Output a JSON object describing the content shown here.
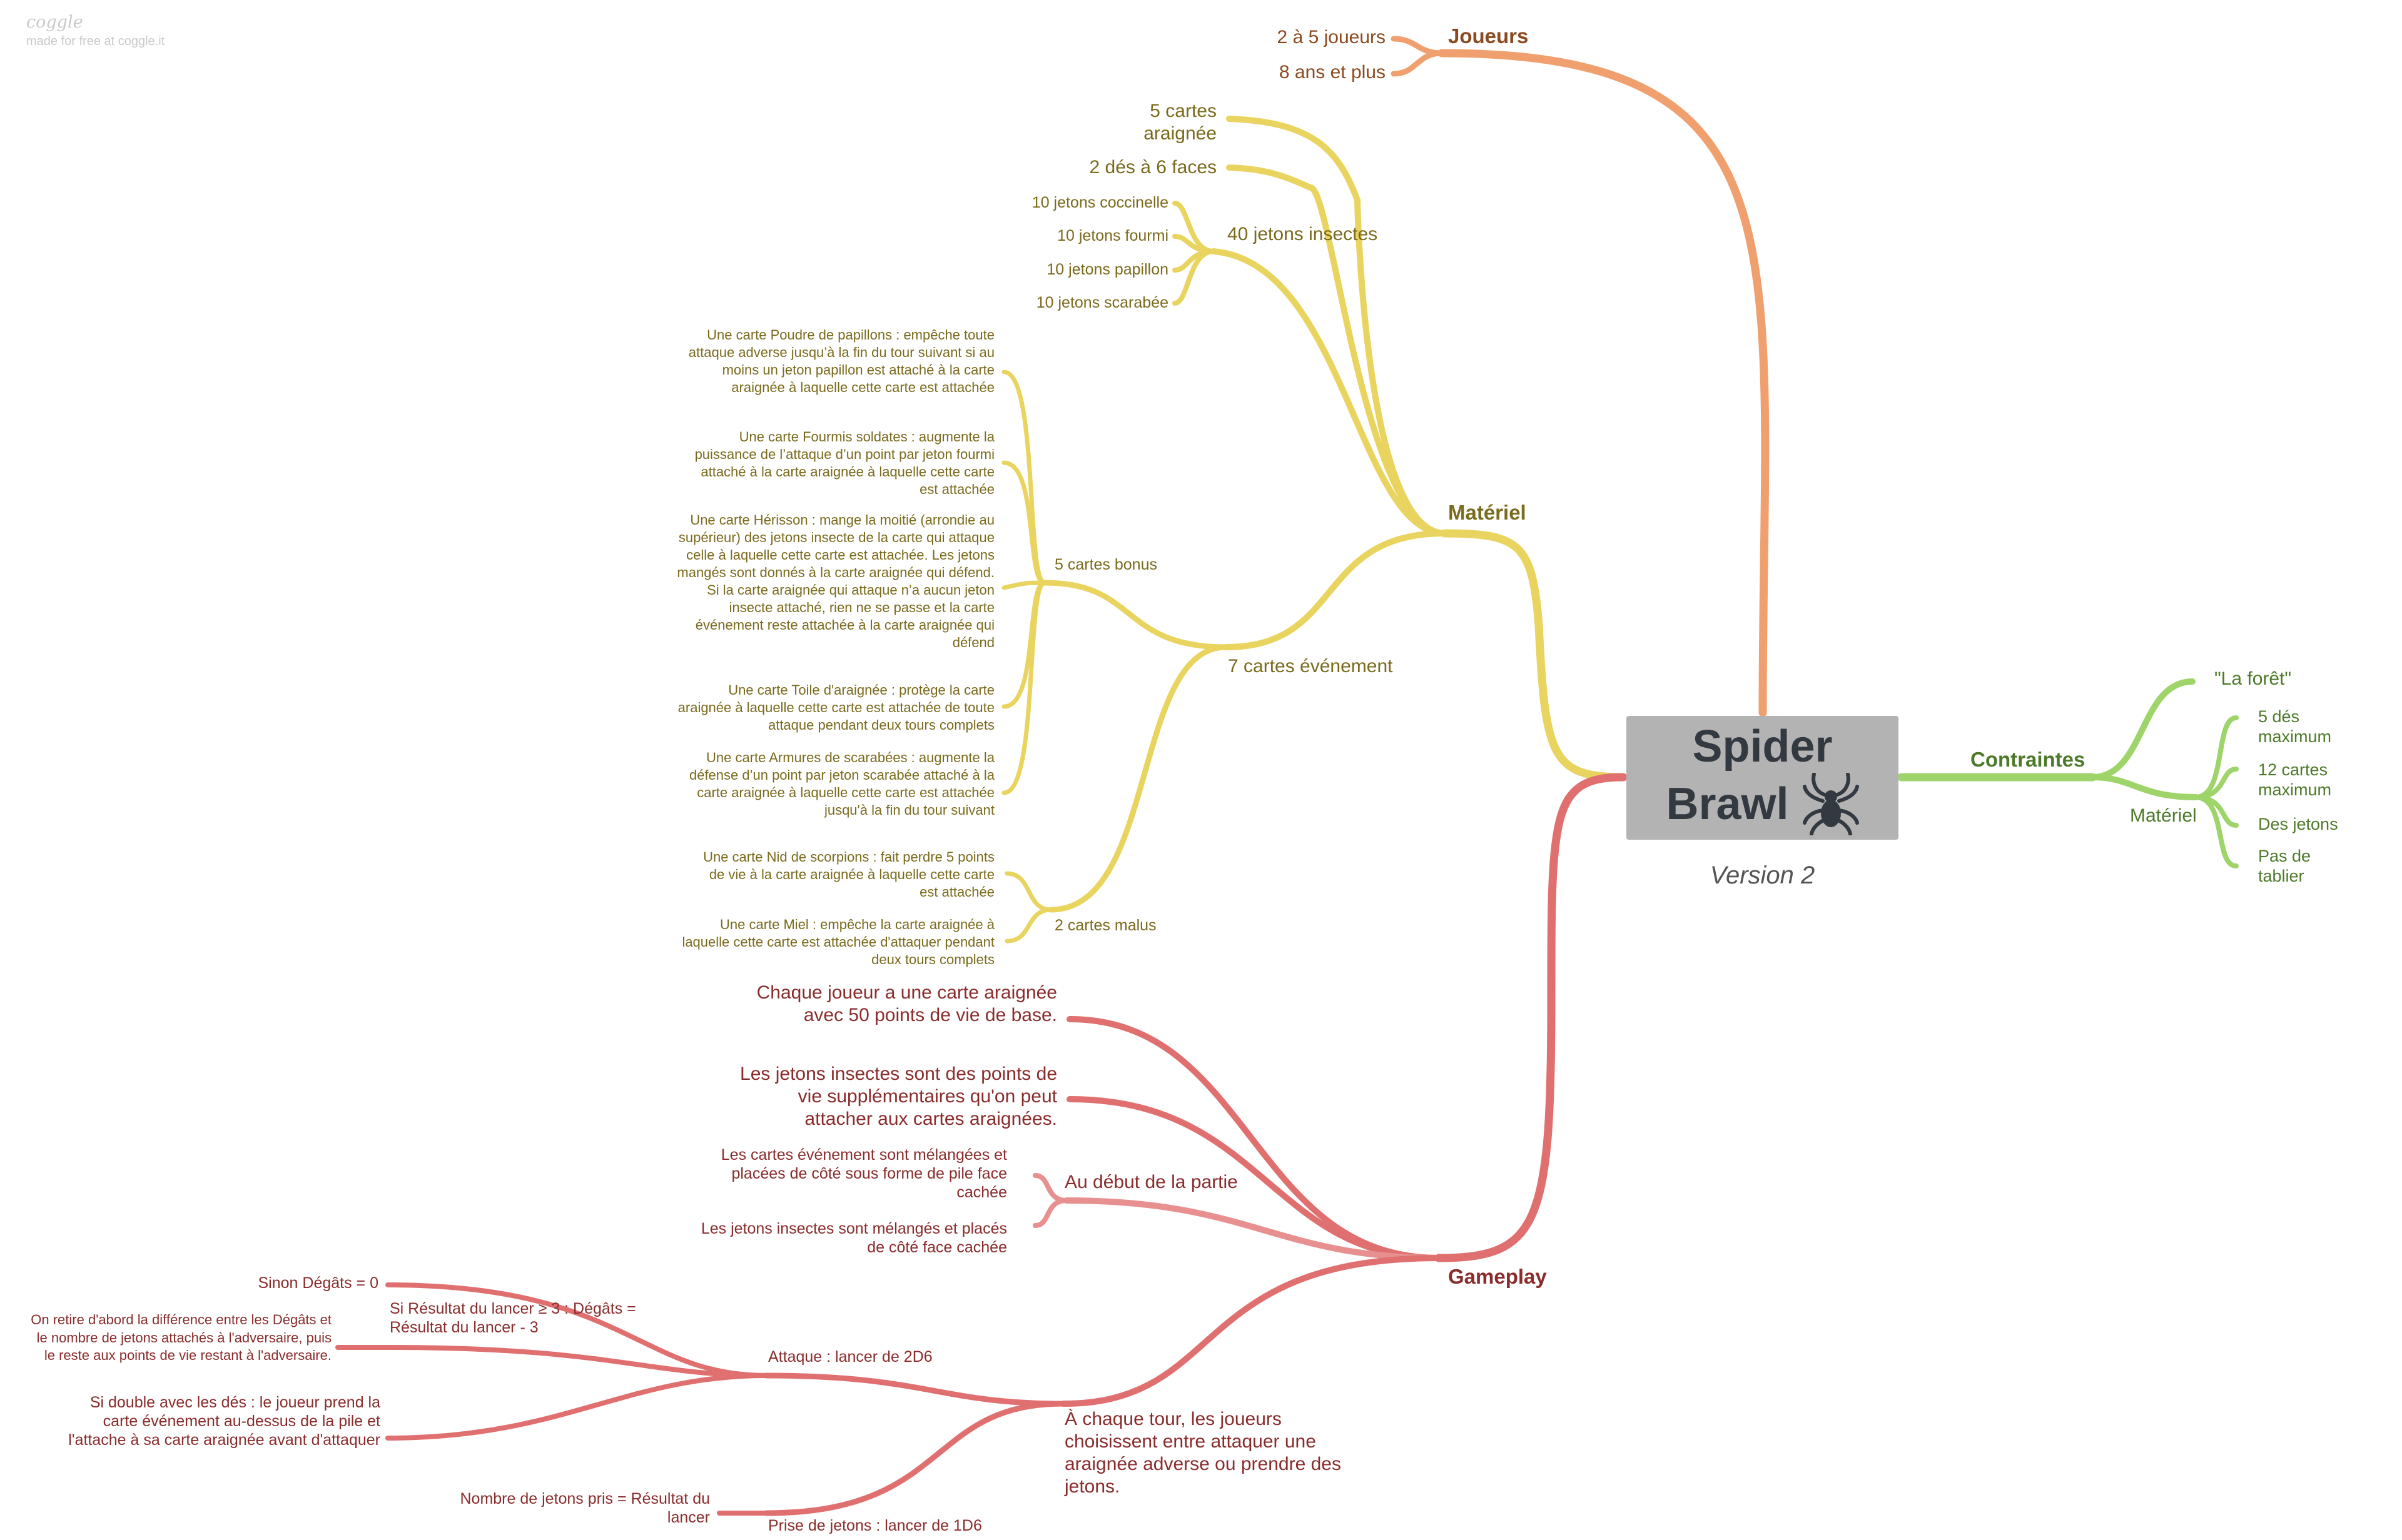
{
  "brand": {
    "logo": "coggle",
    "tagline": "made for free at coggle.it"
  },
  "root": {
    "title_line1": "Spider",
    "title_line2": "Brawl",
    "icon": "spider-icon",
    "subtitle": "Version 2"
  },
  "colors": {
    "orange": "#f0a06e",
    "yellow": "#e8d45e",
    "red": "#e07070",
    "green": "#9ed46a",
    "root_bg": "#b3b3b3"
  },
  "joueurs": {
    "label": "Joueurs",
    "children": [
      "2 à 5 joueurs",
      "8 ans et plus"
    ]
  },
  "materiel": {
    "label": "Matériel",
    "cartes_araignee": "5 cartes araignée",
    "des": "2 dés à 6 faces",
    "jetons": {
      "label": "40 jetons insectes",
      "children": [
        "10 jetons coccinelle",
        "10 jetons fourmi",
        "10 jetons papillon",
        "10 jetons scarabée"
      ]
    },
    "evenement": {
      "label": "7 cartes événement",
      "bonus": {
        "label": "5 cartes bonus",
        "children": [
          "Une carte Poudre de papillons : empêche toute attaque adverse jusqu’à la fin du tour suivant si au moins un jeton papillon est attaché à la carte araignée à laquelle cette carte est attachée",
          "Une carte Fourmis soldates : augmente la puissance de l’attaque d’un point par jeton fourmi attaché à la carte araignée à laquelle cette carte est attachée",
          "Une carte Hérisson : mange la moitié (arrondie au supérieur) des jetons insecte de la carte qui attaque celle à laquelle cette carte est attachée. Les jetons mangés sont donnés à la carte araignée qui défend. Si la carte araignée qui attaque n’a aucun jeton insecte attaché, rien ne se passe et la carte événement reste attachée à la carte araignée qui défend",
          "Une carte Toile d'araignée : protège la carte araignée à laquelle cette carte est attachée de toute attaque pendant deux tours complets",
          "Une carte Armures de scarabées : augmente la défense d’un point par jeton scarabée attaché à la carte araignée à laquelle cette carte est attachée jusqu'à la fin du tour suivant"
        ]
      },
      "malus": {
        "label": "2 cartes malus",
        "children": [
          "Une carte Nid de scorpions : fait perdre 5 points de vie à la carte araignée à laquelle cette carte est attachée",
          "Une carte Miel : empêche la carte araignée à laquelle cette carte est attachée d'attaquer pendant deux tours complets"
        ]
      }
    }
  },
  "contraintes": {
    "label": "Contraintes",
    "theme": "\"La forêt\"",
    "materiel": {
      "label": "Matériel",
      "children": [
        "5 dés maximum",
        "12 cartes maximum",
        "Des jetons",
        "Pas de tablier"
      ]
    }
  },
  "gameplay": {
    "label": "Gameplay",
    "rule1": "Chaque joueur a une carte araignée avec 50 points de vie de base.",
    "rule2": "Les jetons insectes sont des points de vie supplémentaires qu'on peut attacher aux cartes araignées.",
    "debut": {
      "label": "Au début de la partie",
      "children": [
        "Les cartes événement sont mélangées et placées de côté sous forme de pile face cachée",
        "Les jetons insectes sont mélangés et placés de côté face cachée"
      ]
    },
    "tour": {
      "label": "À chaque tour, les joueurs choisissent entre attaquer une araignée adverse ou prendre des jetons.",
      "attaque": {
        "label": "Attaque : lancer de 2D6",
        "sinon": "Sinon Dégâts = 0",
        "si_resultat": {
          "label": "Si Résultat du lancer ≥ 3 : Dégâts = Résultat du lancer - 3",
          "child": "On retire d'abord la différence entre les Dégâts et le nombre de jetons attachés à l'adversaire, puis le reste aux points de vie restant à l'adversaire."
        },
        "double": "Si double avec les dés : le joueur prend la carte événement au-dessus de la pile et l'attache à sa carte araignée avant d'attaquer"
      },
      "prise": {
        "label": "Prise de jetons : lancer de 1D6",
        "child": "Nombre de jetons pris = Résultat du lancer"
      }
    }
  }
}
